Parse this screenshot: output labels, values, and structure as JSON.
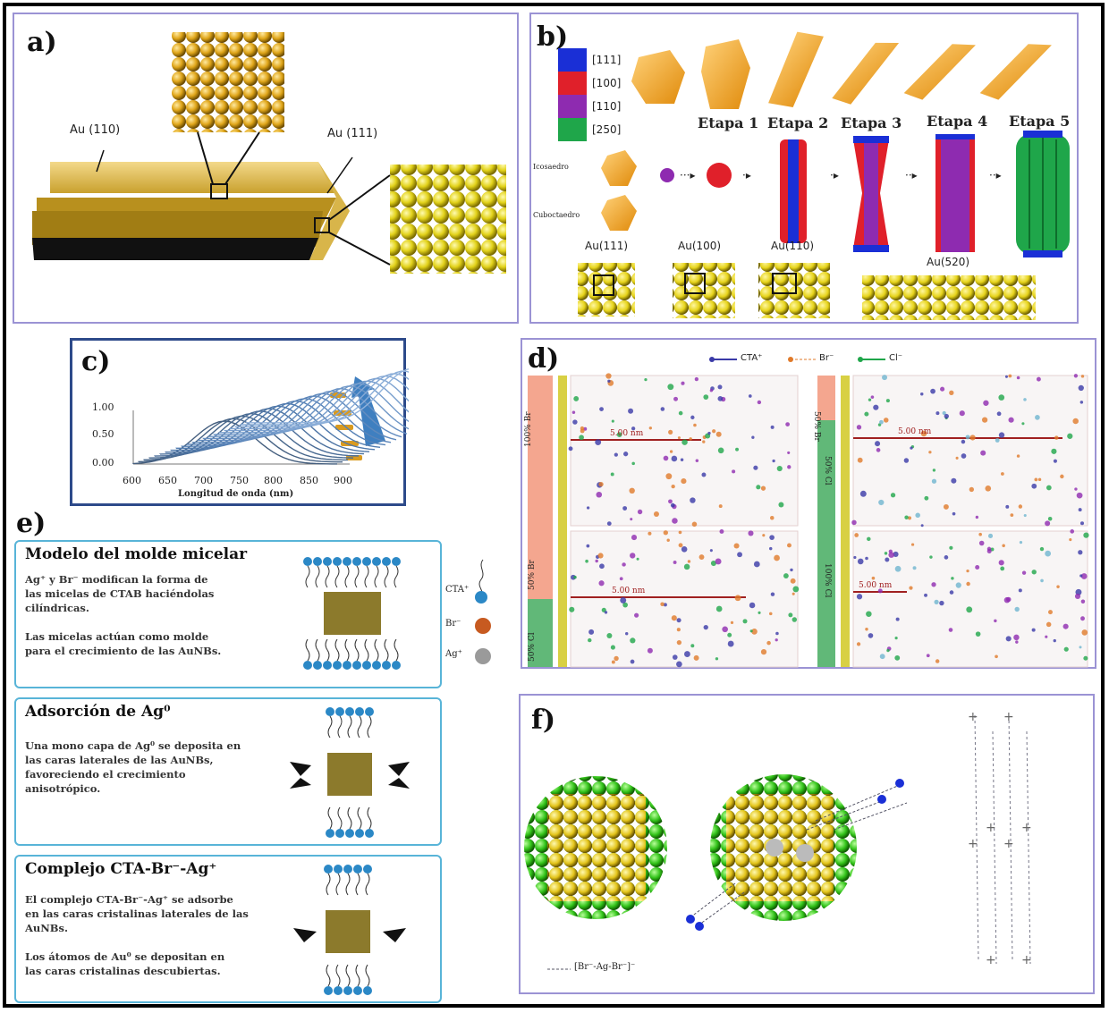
{
  "panels": {
    "a": {
      "label": "a)",
      "face_110": "Au (110)",
      "face_111": "Au (111)"
    },
    "b": {
      "label": "b)",
      "legend": [
        "[111]",
        "[100]",
        "[110]",
        "[250]"
      ],
      "legend_colors": [
        "#1a2fd6",
        "#e0202a",
        "#8e2bb0",
        "#1fa64a"
      ],
      "stages": [
        "Etapa 1",
        "Etapa 2",
        "Etapa 3",
        "Etapa 4",
        "Etapa 5"
      ],
      "seed_labels": [
        "Icosaedro",
        "Cuboctaedro"
      ],
      "surfaces": [
        "Au(111)",
        "Au(100)",
        "Au(110)",
        "Au(520)"
      ]
    },
    "c": {
      "label": "c)",
      "yticks": [
        "1.00",
        "0.50",
        "0.00"
      ],
      "xticks": [
        "600",
        "650",
        "700",
        "750",
        "800",
        "850",
        "900"
      ],
      "xlabel": "Longitud de onda (nm)"
    },
    "d": {
      "label": "d)",
      "legend": [
        "CTA⁺",
        "Br⁻",
        "Cl⁻"
      ],
      "distances": [
        "5.00 nm",
        "5.00 nm",
        "5.00 nm",
        "5.00 nm"
      ],
      "side_labels": [
        "100% Br",
        "50% Br",
        "50% Cl",
        "100% Cl",
        "50% Br",
        "50% Cl"
      ]
    },
    "e": {
      "label": "e)",
      "boxes": [
        {
          "title": "Modelo del molde micelar",
          "body": "Ag⁺ y Br⁻ modifican la forma de\nlas micelas de CTAB haciéndolas\ncilíndricas.\n\nLas micelas actúan como molde\npara el crecimiento de las AuNBs."
        },
        {
          "title": "Adsorción de Ag⁰",
          "body": "Una mono capa de Ag⁰ se deposita en\nlas caras laterales de las AuNBs,\nfavoreciendo el crecimiento\nanisotrópico."
        },
        {
          "title": "Complejo CTA-Br⁻-Ag⁺",
          "body": "El complejo CTA-Br⁻-Ag⁺ se adsorbe\nen las caras cristalinas laterales de las\nAuNBs.\n\nLos átomos de Au⁰ se depositan en\nlas  caras cristalinas descubiertas."
        }
      ],
      "legend": [
        "CTA⁺",
        "Br⁻",
        "Ag⁺"
      ]
    },
    "f": {
      "label": "f)",
      "legend": "[Br⁻-Ag-Br⁻]⁻"
    }
  }
}
